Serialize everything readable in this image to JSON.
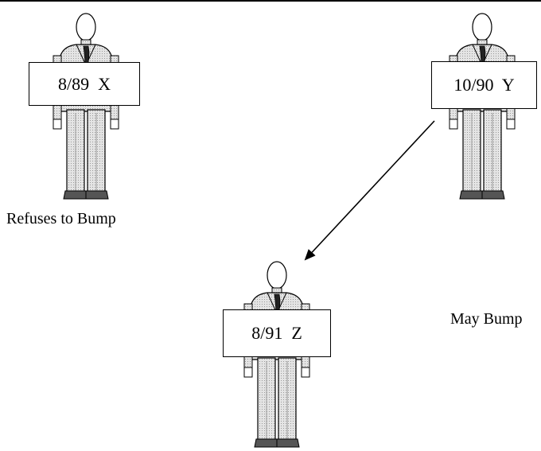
{
  "people": [
    {
      "id": "x",
      "sign": "8/89  X"
    },
    {
      "id": "y",
      "sign": "10/90  Y"
    },
    {
      "id": "z",
      "sign": "8/91  Z"
    }
  ],
  "captions": {
    "refuses": "Refuses to Bump",
    "may": "May Bump"
  },
  "icons": {
    "person": "businessman-icon",
    "arrow": "arrow-icon"
  },
  "colors": {
    "figure_fill": "#e4e4e4",
    "outline": "#000000",
    "pattern": "#9a9a9a"
  }
}
